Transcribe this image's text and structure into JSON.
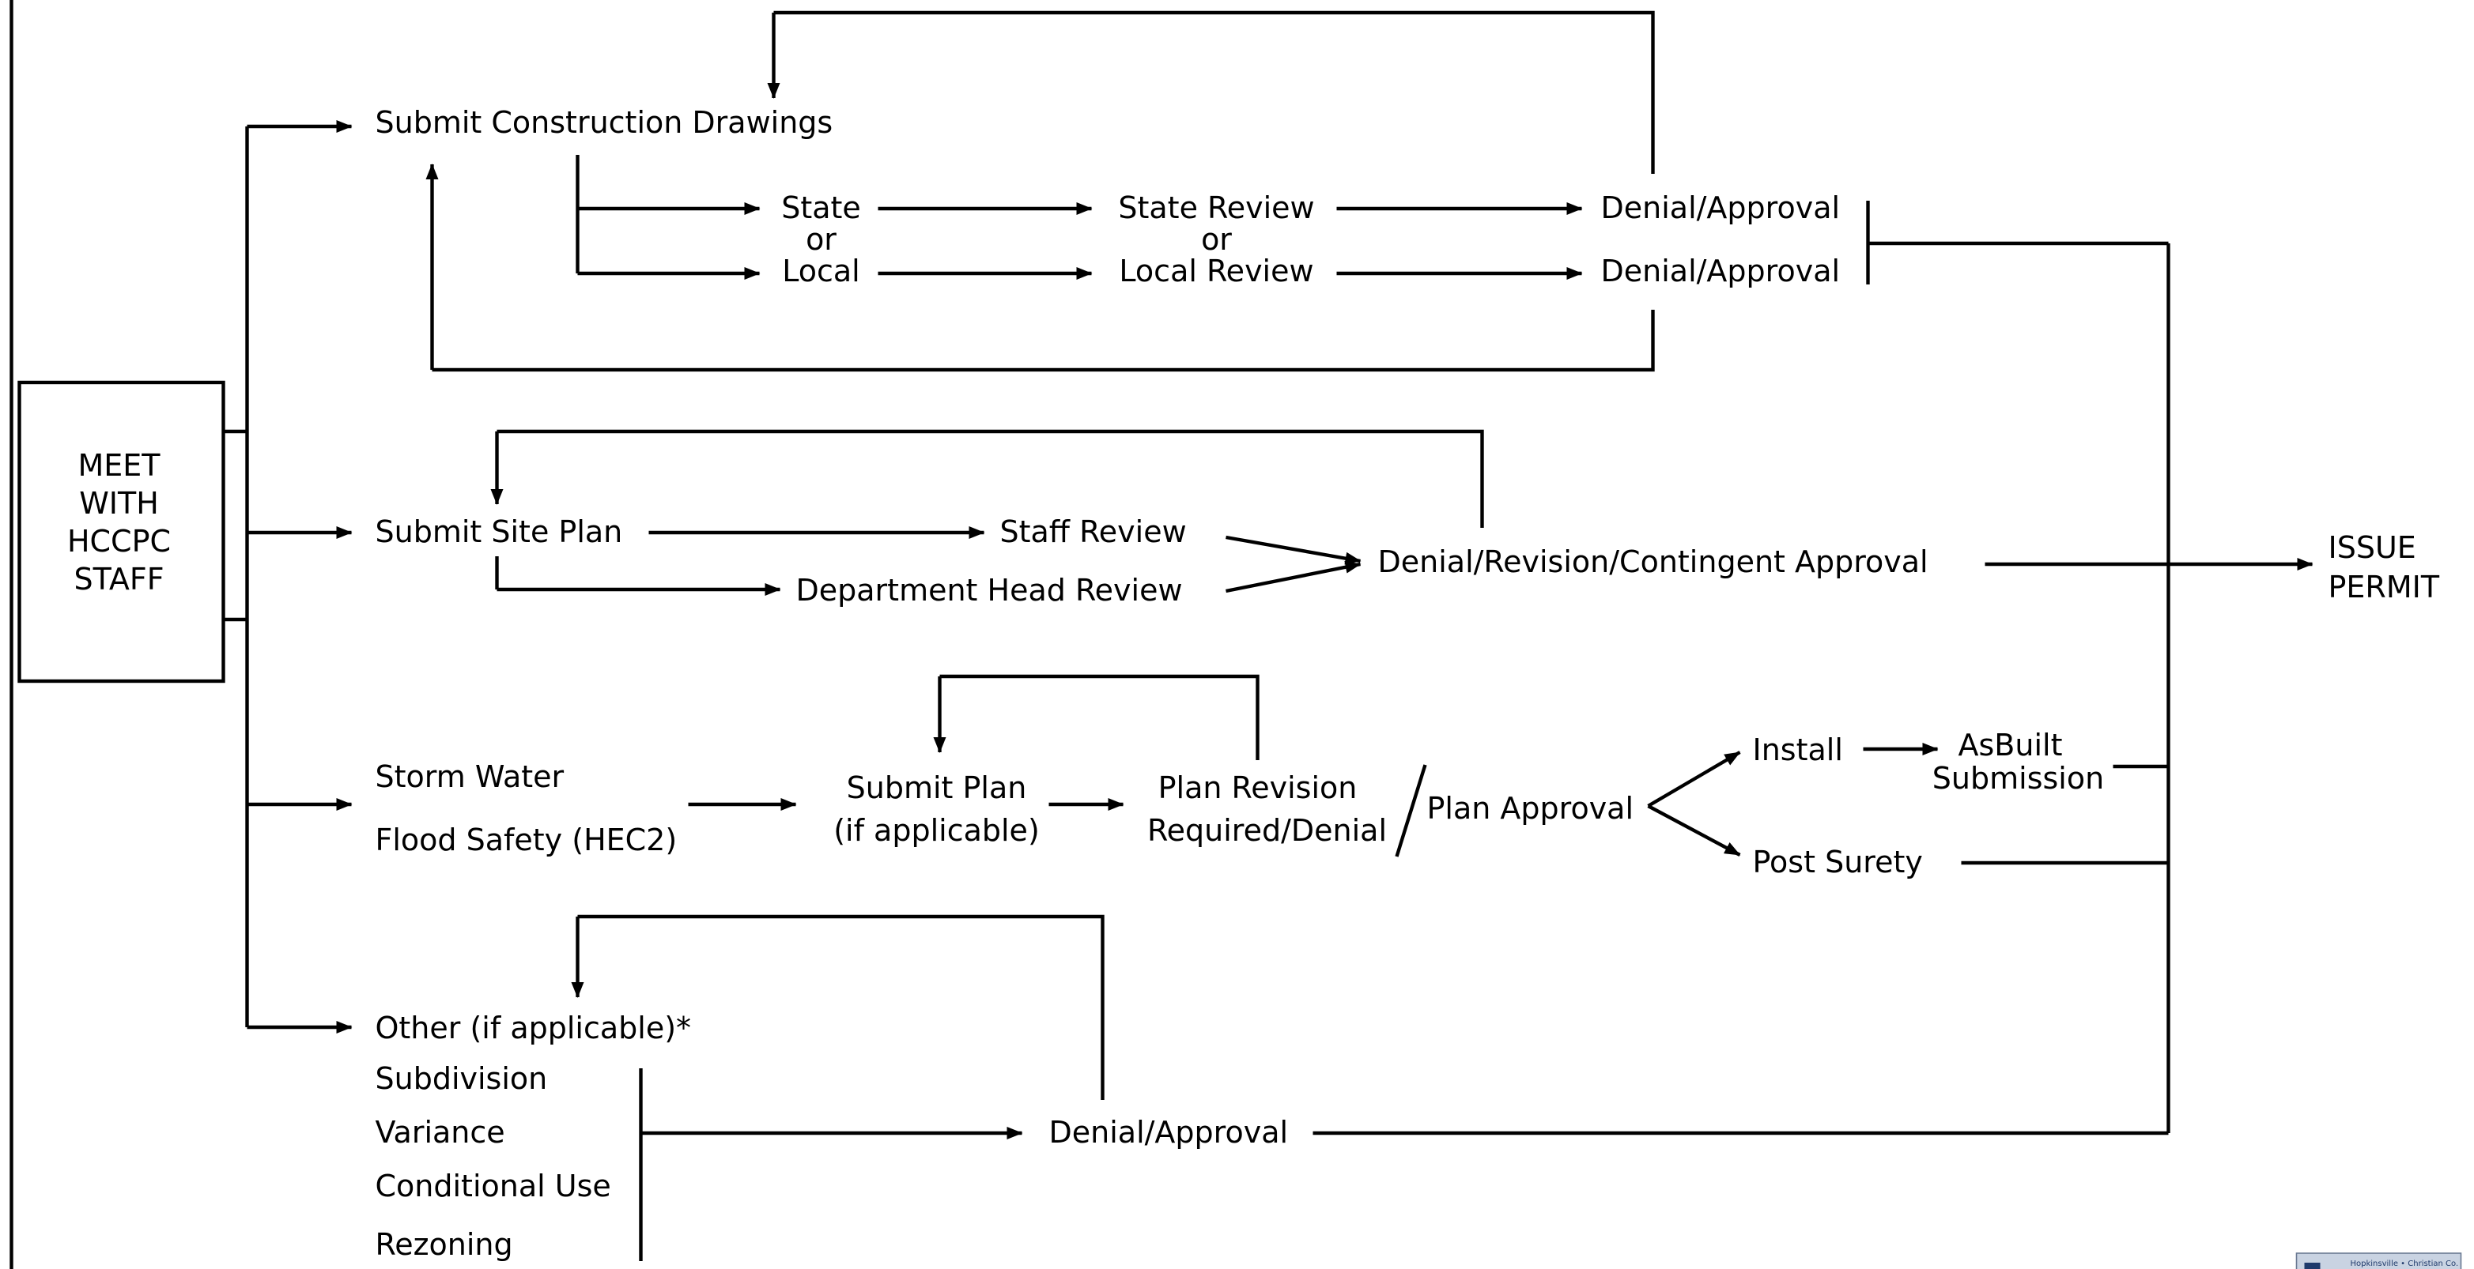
{
  "labels": {
    "meet": [
      "MEET",
      "WITH",
      "HCCPC",
      "STAFF"
    ],
    "submit_construction": "Submit Construction Drawings",
    "state": "State",
    "or1": "or",
    "local": "Local",
    "state_review": "State Review",
    "or2": "or",
    "local_review": "Local Review",
    "denial_approval_1": "Denial/Approval",
    "denial_approval_2": "Denial/Approval",
    "submit_site_plan": "Submit Site Plan",
    "staff_review": "Staff Review",
    "dept_head_review": "Department Head Review",
    "denial_revision": "Denial/Revision/Contingent Approval",
    "issue": "ISSUE",
    "permit": "PERMIT",
    "storm_water": "Storm Water",
    "flood_safety": "Flood Safety (HEC2)",
    "submit_plan": "Submit Plan",
    "if_applicable": "(if applicable)",
    "plan_revision": "Plan Revision",
    "required_denial": "Required/Denial",
    "plan_approval": "Plan Approval",
    "install": "Install",
    "asbuilt": "AsBuilt",
    "submission": "Submission",
    "post_surety": "Post Surety",
    "other": "Other (if applicable)*",
    "subdivision": "Subdivision",
    "variance": "Variance",
    "conditional_use": "Conditional Use",
    "rezoning": "Rezoning",
    "denial_approval_3": "Denial/Approval"
  },
  "logo": {
    "line1": "Hopkinsville • Christian Co.",
    "accent": "#1f3a6b"
  }
}
